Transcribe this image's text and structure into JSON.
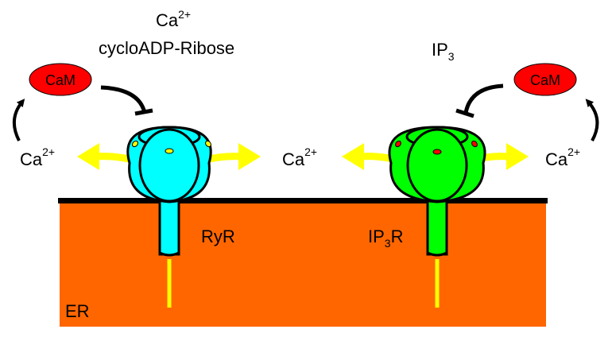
{
  "diagram": {
    "compartment_label": "ER",
    "colors": {
      "er": "#ff6600",
      "membrane": "#000000",
      "ryr": "#00ffff",
      "ip3r": "#00ff00",
      "yellow": "#ffff00",
      "cam": "#ff0000"
    },
    "left": {
      "receptor_label": "RyR",
      "activator_line1": "Ca",
      "activator_line1_sup": "2+",
      "activator_line2": "cycloADP-Ribose",
      "cam_label": "CaM",
      "ca_outer": {
        "base": "Ca",
        "sup": "2+"
      },
      "ca_inner": {
        "base": "Ca",
        "sup": "2+"
      }
    },
    "right": {
      "receptor_label_base": "IP",
      "receptor_label_sub": "3",
      "receptor_label_tail": "R",
      "activator_base": "IP",
      "activator_sub": "3",
      "cam_label": "CaM",
      "ca_outer": {
        "base": "Ca",
        "sup": "2+"
      }
    }
  }
}
